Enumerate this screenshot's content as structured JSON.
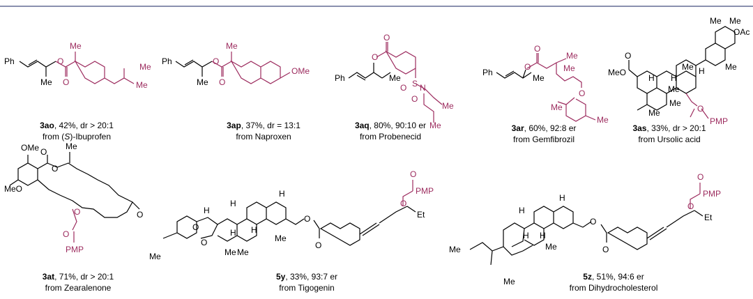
{
  "compounds": [
    {
      "id": "3ao",
      "stats": ", 42%, dr > 20:1",
      "source_prefix": "from (",
      "source_italic": "S",
      "source_suffix": ")-Ibuprofen",
      "atoms": [
        "Ph",
        "Me",
        "O",
        "O",
        "Me",
        "Me",
        "Me"
      ]
    },
    {
      "id": "3ap",
      "stats": ", 37%, dr = 13:1",
      "source": "from Naproxen",
      "atoms": [
        "Ph",
        "Me",
        "O",
        "O",
        "Me",
        "OMe"
      ]
    },
    {
      "id": "3aq",
      "stats": ", 80%, 90:10 er",
      "source": "from Probenecid",
      "atoms": [
        "O",
        "O",
        "Ph",
        "Me",
        "S",
        "O",
        "O",
        "N",
        "Me",
        "Me"
      ]
    },
    {
      "id": "3ar",
      "stats": ", 60%, 92:8 er",
      "source": "from Gemfibrozil",
      "atoms": [
        "O",
        "O",
        "Me",
        "Me",
        "Ph",
        "Me",
        "O",
        "Me",
        "Me"
      ]
    },
    {
      "id": "3as",
      "stats": ", 33%, dr > 20:1",
      "source": "from Ursolic acid",
      "atoms": [
        "Me",
        "Me",
        "OAc",
        "Me",
        "O",
        "MeO",
        "H",
        "Me",
        "H",
        "H",
        "Me",
        "Me",
        "O",
        "O",
        "PMP",
        "Me"
      ]
    },
    {
      "id": "3at",
      "stats": ", 71%, dr > 20:1",
      "source": "from Zearalenone",
      "atoms": [
        "OMe",
        "Me",
        "O",
        "O",
        "MeO",
        "O",
        "O",
        "O",
        "PMP"
      ]
    },
    {
      "id": "5y",
      "stats": ", 33%, 93:7 er",
      "source": "from Tigogenin",
      "atoms": [
        "O",
        "PMP",
        "O",
        "Et",
        "H",
        "H",
        "O",
        "H",
        "H",
        "H",
        "O",
        "Me",
        "Me",
        "Me",
        "H",
        "O",
        "O",
        "Me"
      ]
    },
    {
      "id": "5z",
      "stats": ", 51%,  94:6 er",
      "source": "from Dihydrocholesterol",
      "atoms": [
        "O",
        "PMP",
        "O",
        "Et",
        "Me",
        "H",
        "H",
        "H",
        "O",
        "H",
        "Me",
        "O",
        "Me"
      ]
    }
  ],
  "colors": {
    "highlight": "#9c2b5e",
    "rule": "#8a90ae"
  }
}
